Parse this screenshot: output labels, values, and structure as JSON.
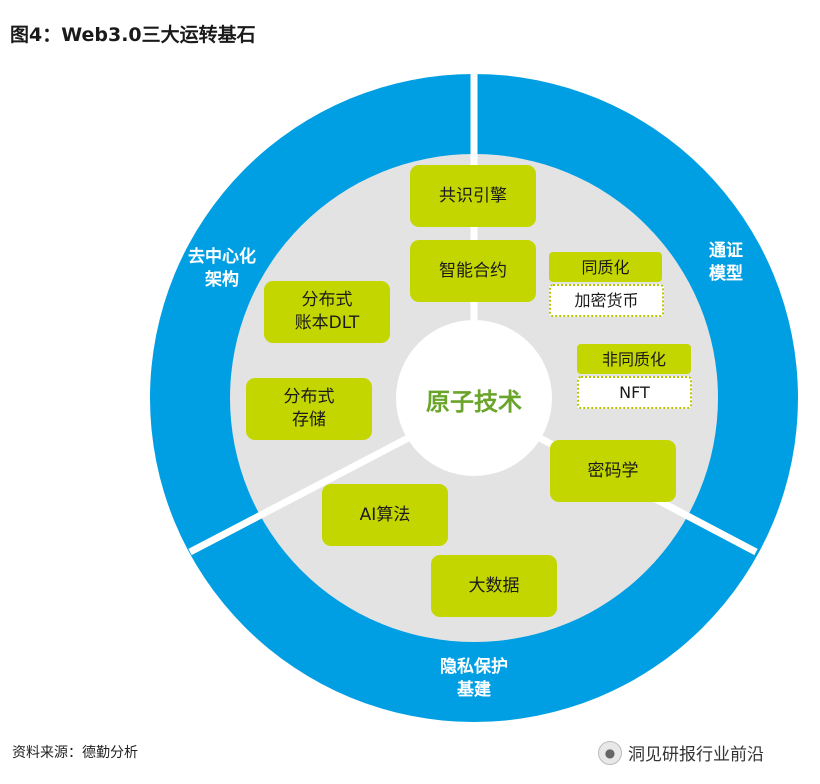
{
  "title": "图4：Web3.0三大运转基石",
  "source": "资料来源：德勤分析",
  "watermark": "洞见研报行业前沿",
  "watermark_icon": "wechat-icon",
  "diagram": {
    "core": "原子技术",
    "ring_segments": {
      "top_left": "去中心化\n架构",
      "right": "通证\n模型",
      "bottom": "隐私保护\n基建"
    },
    "boxes": {
      "consensus": "共识引擎",
      "smart_contract": "智能合约",
      "dlt": "分布式\n账本DLT",
      "storage": "分布式\n存储",
      "fungible": "同质化",
      "crypto_currency": "加密货币",
      "non_fungible": "非同质化",
      "nft": "NFT",
      "cryptography": "密码学",
      "ai": "AI算法",
      "big_data": "大数据"
    }
  },
  "colors": {
    "ring": "#009fe3",
    "inner": "#e3e3e3",
    "box": "#c4d600",
    "core_text": "#6aa42a"
  }
}
